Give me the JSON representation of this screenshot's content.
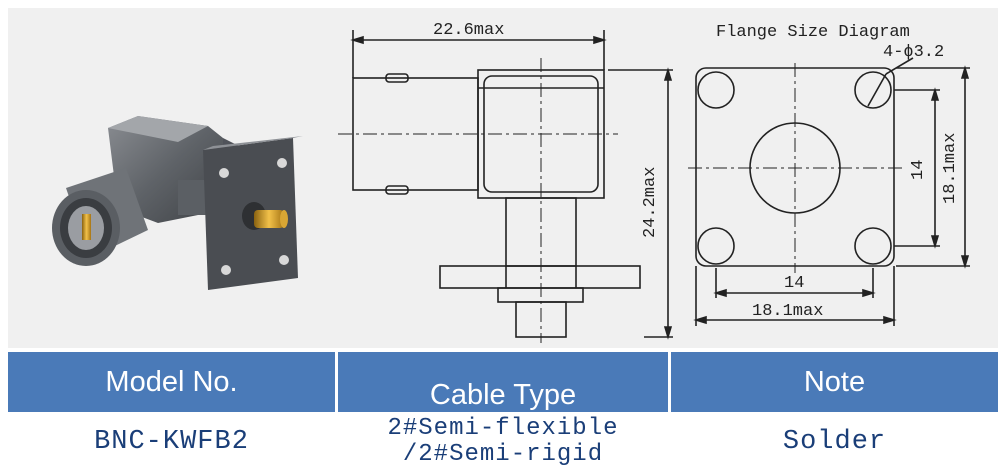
{
  "drawing": {
    "flange_title": "Flange Size Diagram",
    "hole_spec": "4-ϕ3.2",
    "width_max": "22.6max",
    "height_max": "24.2max",
    "hole_pitch_vertical": "14",
    "flange_height_max": "18.1max",
    "hole_pitch_horizontal": "14",
    "flange_width_max": "18.1max"
  },
  "table": {
    "headers": [
      "Model No.",
      "Cable Type",
      "Note"
    ],
    "row": {
      "model": "BNC-KWFB2",
      "cable_line1": "2#Semi-flexible",
      "cable_line2": "/2#Semi-rigid",
      "note": "Solder"
    }
  },
  "colors": {
    "header_bg": "#4a7ab8",
    "body_text": "#1a3e78",
    "panel_bg": "#f0f0f0"
  }
}
